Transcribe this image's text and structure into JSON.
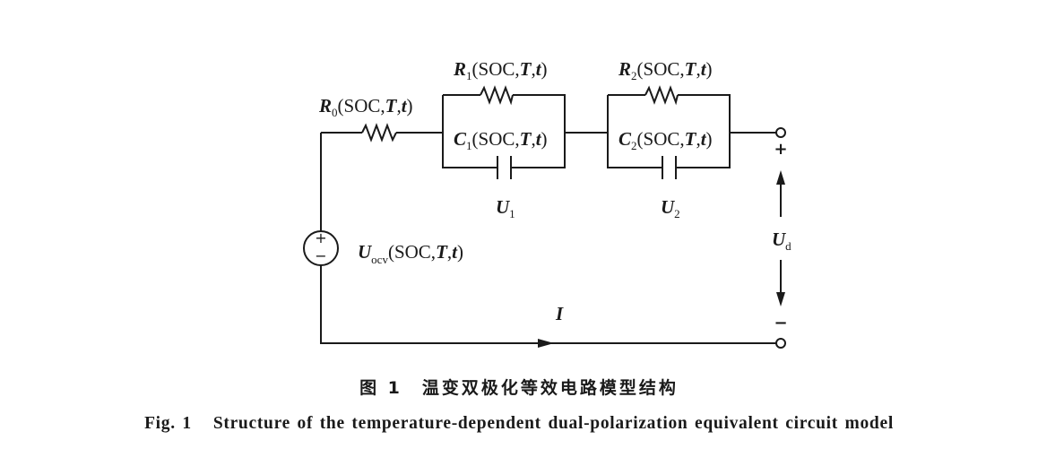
{
  "labels": {
    "r0": {
      "symbol": "R",
      "sub": "0",
      "args": "(SOC,",
      "t_var": "T",
      "comma": ",",
      "time": "t",
      "close": ")"
    },
    "r1": {
      "symbol": "R",
      "sub": "1",
      "args": "(SOC,",
      "t_var": "T",
      "comma": ",",
      "time": "t",
      "close": ")"
    },
    "r2": {
      "symbol": "R",
      "sub": "2",
      "args": "(SOC,",
      "t_var": "T",
      "comma": ",",
      "time": "t",
      "close": ")"
    },
    "c1": {
      "symbol": "C",
      "sub": "1",
      "args": "(SOC,",
      "t_var": "T",
      "comma": ",",
      "time": "t",
      "close": ")"
    },
    "c2": {
      "symbol": "C",
      "sub": "2",
      "args": "(SOC,",
      "t_var": "T",
      "comma": ",",
      "time": "t",
      "close": ")"
    },
    "u1": {
      "symbol": "U",
      "sub": "1"
    },
    "u2": {
      "symbol": "U",
      "sub": "2"
    },
    "uocv": {
      "symbol": "U",
      "sub": "ocv",
      "args": "(SOC,",
      "t_var": "T",
      "comma": ",",
      "time": "t",
      "close": ")"
    },
    "ud": {
      "symbol": "U",
      "sub": "d"
    },
    "current": {
      "symbol": "I"
    },
    "plus": "+",
    "minus": "−",
    "source_plus": "+",
    "source_minus": "−"
  },
  "caption": {
    "cn_num": "图 1",
    "cn_text": "温变双极化等效电路模型结构",
    "en_num": "Fig. 1",
    "en_text": "Structure of the temperature-dependent dual-polarization equivalent circuit model"
  }
}
